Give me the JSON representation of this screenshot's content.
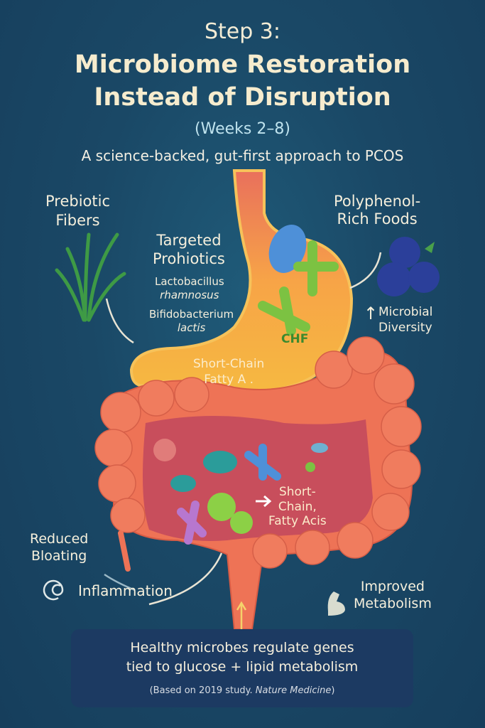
{
  "title": {
    "step": "Step 3:",
    "line1": "Microbiome Restoration",
    "line2": "Instead of Disruption",
    "weeks": "(Weeks 2–8)",
    "subtitle": "A science-backed, gut-first approach to PCOS"
  },
  "labels": {
    "prebiotic": [
      "Prebiotic",
      "Fibers"
    ],
    "probiotics": [
      "Targeted",
      "Prohiotics"
    ],
    "strain1": [
      "Lactobacillus",
      "rhamnosus"
    ],
    "strain2": [
      "Bifidobacterium",
      "lactis"
    ],
    "polyphenol": [
      "Polyphenol-",
      "Rich Foods"
    ],
    "diversity": [
      "Microbial",
      "Diversity"
    ],
    "diversity_arrow": "↑",
    "chf": "CHF",
    "scfa_stomach": [
      "Short-Chain",
      "Fatty A ."
    ],
    "scfa_colon": [
      "Short-",
      "Chain,",
      "Fatty Acis"
    ],
    "bloating": [
      "Reduced",
      "Bloating"
    ],
    "inflammation": "Inflammation",
    "metabolism": [
      "Improved",
      "Metabolism"
    ]
  },
  "callout": {
    "line1": "Healthy microbes regulate genes",
    "line2": "tied to glucose + lipid metabolism",
    "source_prefix": "(Based on 2019 study. ",
    "source_journal": "Nature Medicine",
    "source_suffix": ")"
  },
  "colors": {
    "background": "#1a4866",
    "colon": "#ef7658",
    "stomach": "#f4a646",
    "callout": "#1c3a62"
  }
}
